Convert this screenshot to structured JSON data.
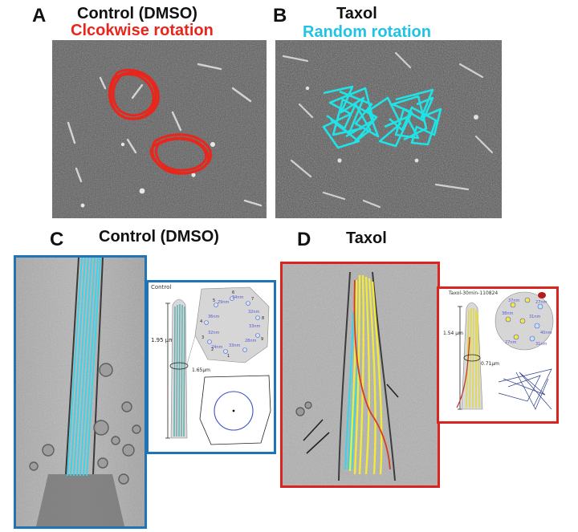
{
  "panels": {
    "a": {
      "letter": "A",
      "title": "Control (DMSO)",
      "subtitle": "Clcokwise rotation",
      "subtitle_color": "#e8261c"
    },
    "b": {
      "letter": "B",
      "title": "Taxol",
      "subtitle": "Random rotation",
      "subtitle_color": "#1fc3e6"
    },
    "c": {
      "letter": "C",
      "title": "Control (DMSO)",
      "frame_color": "#1f74b8",
      "inset": {
        "title": "Control",
        "length_label": "1.95 µm",
        "diameter_label": "1.65µm",
        "ring_labels": [
          "34nm",
          "32nm",
          "33nm",
          "28nm",
          "33nm",
          "24nm",
          "32nm",
          "36nm",
          "29nm"
        ],
        "ring_numbers": [
          "1",
          "2",
          "3",
          "4",
          "5",
          "6",
          "7",
          "8",
          "9"
        ]
      }
    },
    "d": {
      "letter": "D",
      "title": "Taxol",
      "frame_color": "#d9251f",
      "inset": {
        "title": "Taxol-30min-110824",
        "length_label": "1.54 µm",
        "diameter_label": "0.71µm",
        "ring_labels": [
          "37nm",
          "27nm",
          "38nm",
          "31nm",
          "40nm",
          "27nm",
          "31nm"
        ]
      }
    }
  },
  "colors": {
    "clockwise_trace": "#e8261c",
    "random_trace": "#1fe3e6",
    "microtubule_cyan": "#33d6ee",
    "microtubule_yellow": "#f2ea3a",
    "microtubule_red": "#d83a24",
    "micrograph_bg": "#5a5a5a"
  }
}
